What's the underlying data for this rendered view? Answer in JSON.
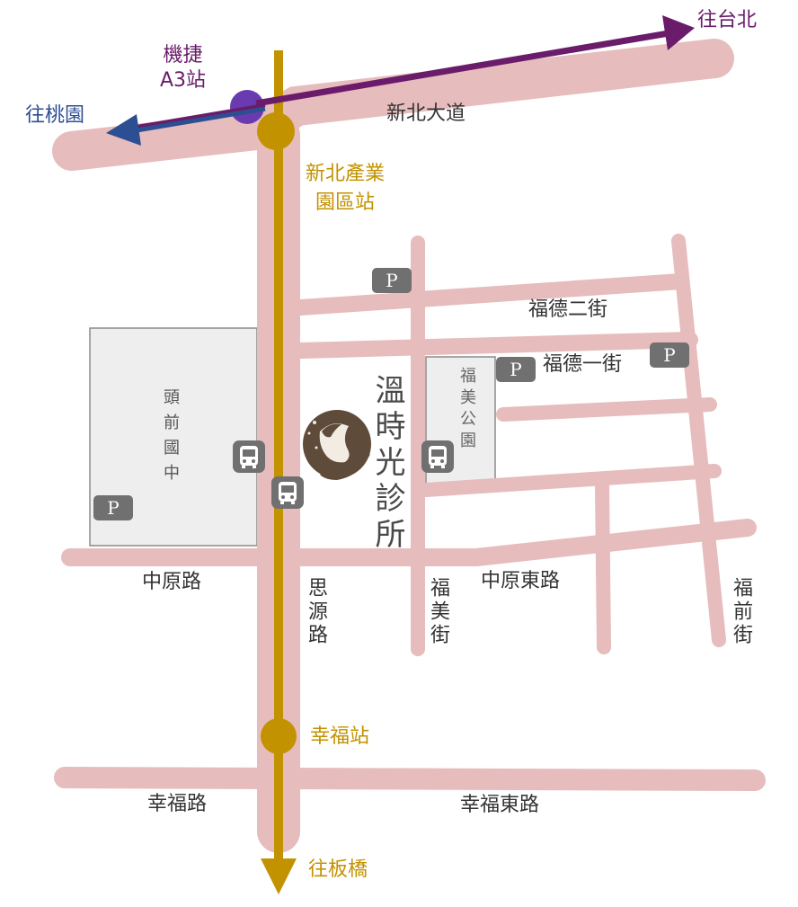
{
  "roads": {
    "xinbei_blvd": "新北大道",
    "fude_2nd_st": "福德二街",
    "fude_1st_st": "福德一街",
    "zhongyuan_rd": "中原路",
    "zhongyuan_east_rd": "中原東路",
    "siyuan_rd": "思源路",
    "fumei_st": "福美街",
    "fuqian_st": "福前街",
    "xingfu_rd": "幸福路",
    "xingfu_east_rd": "幸福東路"
  },
  "stations": {
    "airport_mrt": "機捷\nA3站",
    "industrial_park": "新北產業\n園區站",
    "xingfu": "幸福站"
  },
  "directions": {
    "to_taipei": "往台北",
    "to_taoyuan": "往桃園",
    "to_banqiao": "往板橋"
  },
  "landmarks": {
    "school": "頭前國中",
    "park": "福美公園",
    "clinic": "溫時光診所"
  },
  "icons": {
    "parking_label": "P",
    "parking": "parking-icon",
    "bus": "bus-icon",
    "clinic_logo": "clinic-logo-icon"
  },
  "colors": {
    "road": "#e6bcbc",
    "metro_line": "#c39200",
    "airport_line_purple": "#6a1b6a",
    "airport_line_blue": "#2c4f93",
    "station_marker_purple": "#6a3bb0",
    "clinic_brown": "#5e4b3a"
  }
}
